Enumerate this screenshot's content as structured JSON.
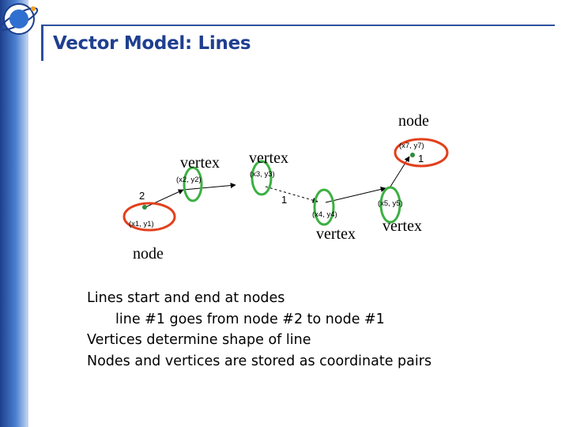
{
  "slide": {
    "title": "Vector Model: Lines"
  },
  "diagram": {
    "callouts": {
      "node_top_right": "node",
      "vertex_a": "vertex",
      "vertex_b": "vertex",
      "node_bottom_left": "node",
      "vertex_c": "vertex",
      "vertex_d": "vertex"
    },
    "node_labels": {
      "node_1": "1",
      "node_2": "2",
      "line_1": "1"
    },
    "coordinate_labels": {
      "p_top_right": "(x7, y7)",
      "p2": "(x2, y2)",
      "p3": "(x3, y3)",
      "p1": "(x1, y1)",
      "p4": "(x4, y4)",
      "p5": "(x5, y5)"
    },
    "colors": {
      "node_ring": "#e2401c",
      "vertex_ring": "#3cb043",
      "node_dot": "#2e8b3a",
      "line": "#000000"
    }
  },
  "body": {
    "lines": [
      "Lines start and end at nodes",
      "line #1 goes from node #2 to node #1",
      "Vertices determine shape of line",
      "Nodes and vertices are stored as coordinate pairs"
    ]
  }
}
